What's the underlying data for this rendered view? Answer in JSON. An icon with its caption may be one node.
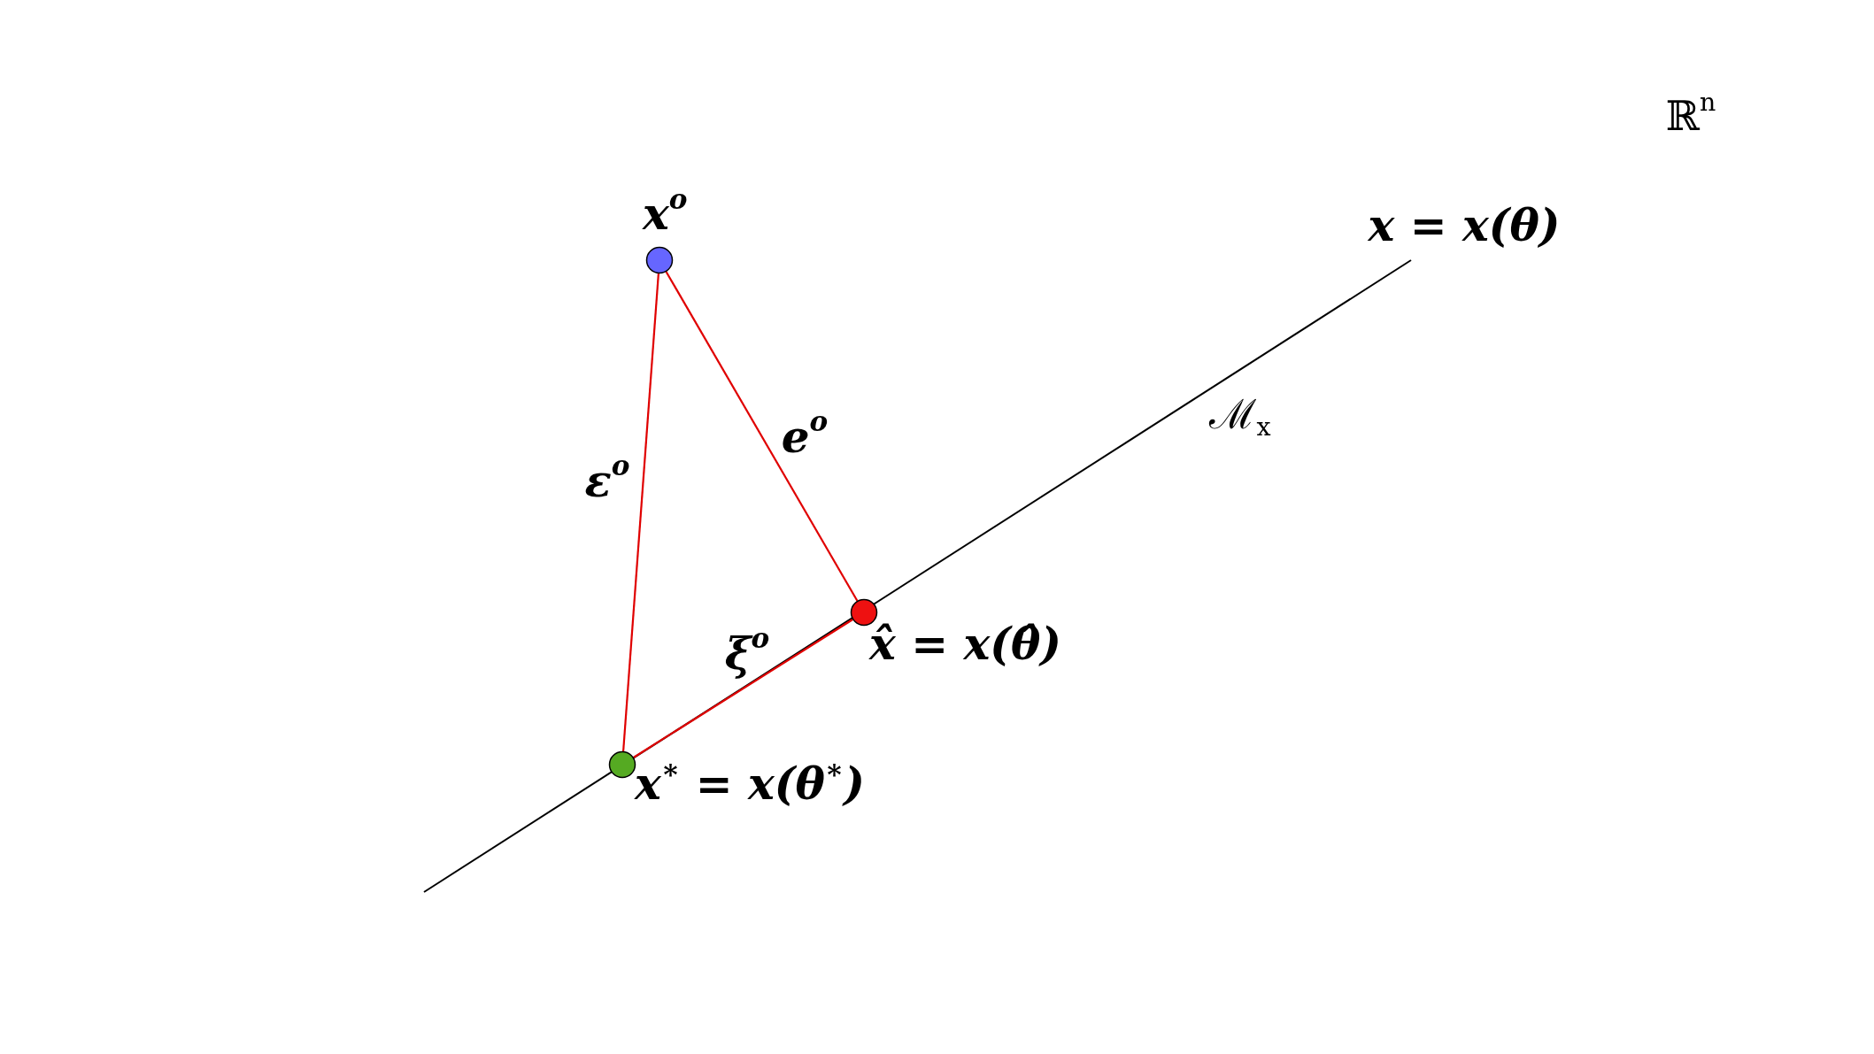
{
  "diagram": {
    "nodes": [
      {
        "text": [
          "x$^{o}$"
        ]
      },
      {
        "text": [
          "x̂ = x(θ̂)"
        ]
      },
      {
        "text": [
          "x$^{∗}$ = x(θ$^{∗}$)"
        ]
      }
    ],
    "edges": [
      {
        "from": 0,
        "to": 2,
        "arrow": "none",
        "label": "ε$^{o}$"
      },
      {
        "from": 0,
        "to": 1,
        "arrow": "none",
        "label": "e$^{o}$"
      },
      {
        "from": 2,
        "to": 1,
        "arrow": "none",
        "label": "ξ$^{o}$"
      }
    ],
    "labels": [
      "ℝ$^{n}$",
      "x = x(θ)",
      "ℳ$_{x}$"
    ]
  }
}
